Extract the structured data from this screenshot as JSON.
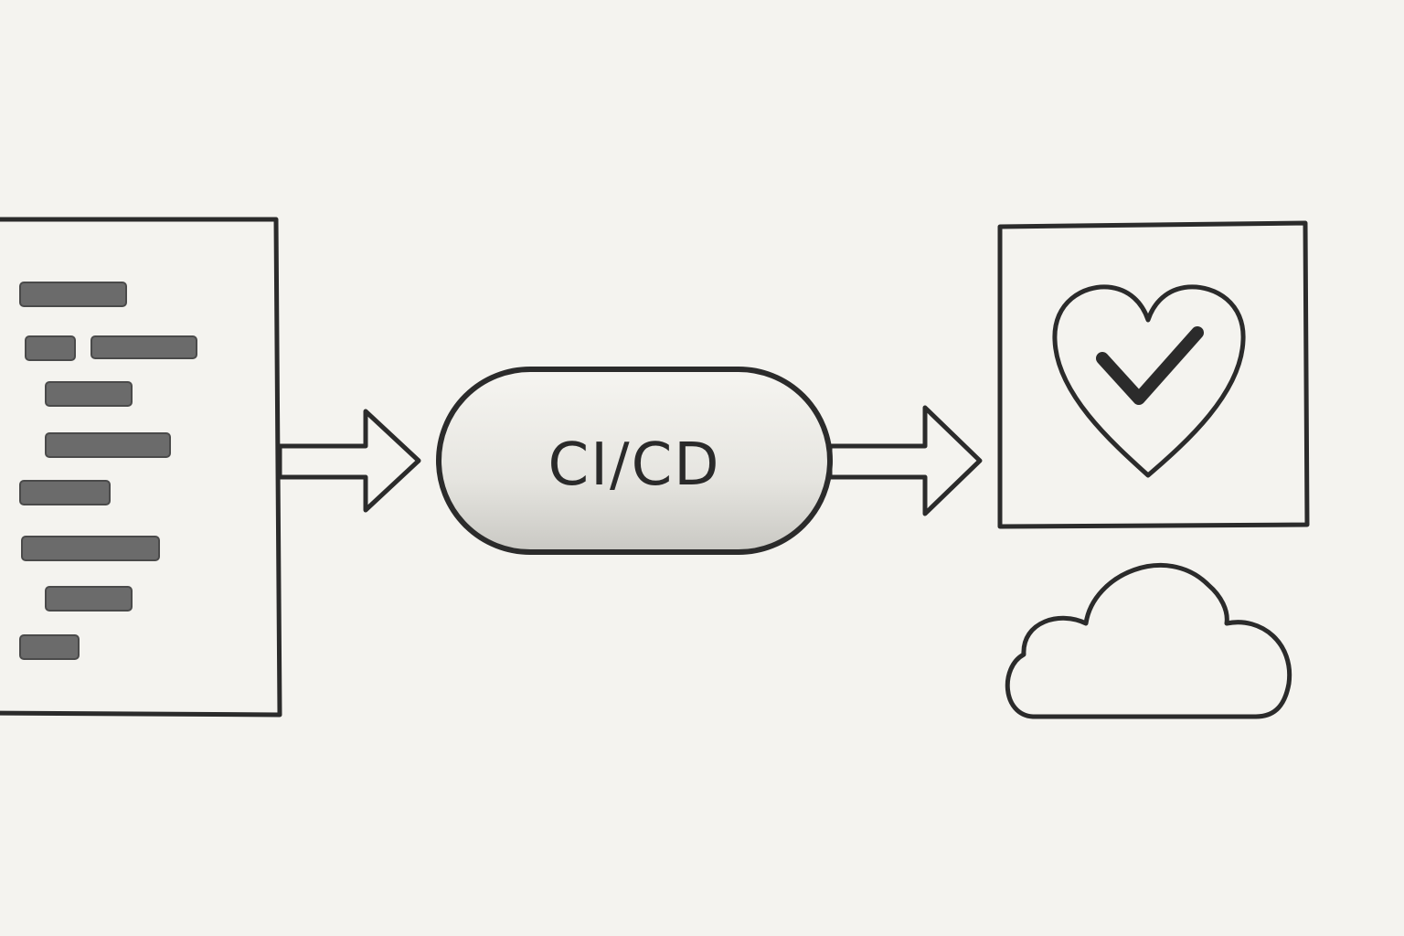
{
  "pipeline": {
    "label": "CI/CD"
  },
  "source": {
    "code_lines": 8
  },
  "colors": {
    "paper": "#f4f3ef",
    "pencil": "#2b2b2b",
    "shade": "#d9d8d3",
    "bar": "#6b6b6b"
  },
  "icons": {
    "source": "code-document-icon",
    "pipeline": "pipeline-pill",
    "target": "heart-check-icon",
    "cloud": "cloud-icon"
  }
}
